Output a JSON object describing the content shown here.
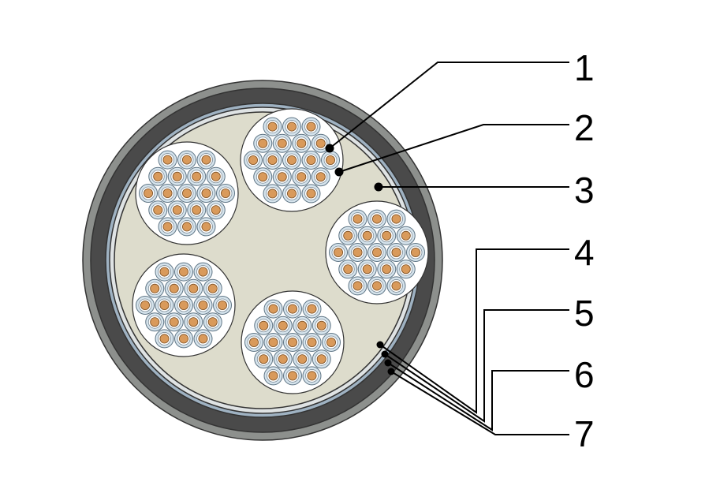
{
  "colors": {
    "background": "#ffffff",
    "outer_jacket": "#8d908d",
    "armour": "#4a4a4a",
    "sheath": "#9fb2c2",
    "inner_sheath": "#dfe3e4",
    "filler": "#dddccc",
    "bundle": "#ffffff",
    "insulation": "#d5e3ec",
    "conductor": "#d99a5b",
    "outline": "#333333",
    "leader": "#000000"
  },
  "bundle_count": 5,
  "conductors_per_bundle": 19,
  "callouts": [
    {
      "id": "1",
      "label": "1"
    },
    {
      "id": "2",
      "label": "2"
    },
    {
      "id": "3",
      "label": "3"
    },
    {
      "id": "4",
      "label": "4"
    },
    {
      "id": "5",
      "label": "5"
    },
    {
      "id": "6",
      "label": "6"
    },
    {
      "id": "7",
      "label": "7"
    }
  ]
}
